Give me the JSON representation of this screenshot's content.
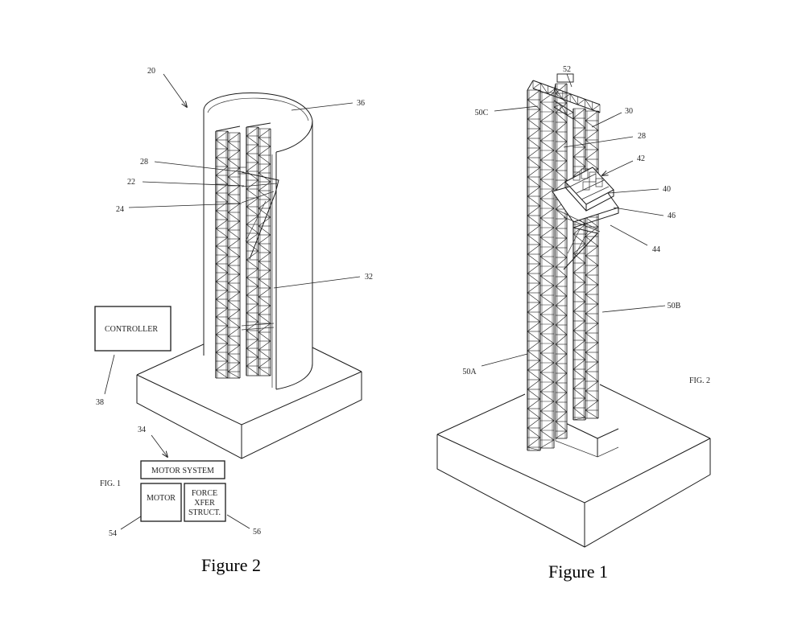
{
  "left_figure": {
    "caption": "Figure 2",
    "fig_label": "FIG. 1",
    "refs": {
      "r20": "20",
      "r36": "36",
      "r28": "28",
      "r22": "22",
      "r24": "24",
      "r32": "32",
      "r38": "38",
      "r34": "34",
      "r54": "54",
      "r56": "56"
    },
    "controller": "CONTROLLER",
    "motor_system": "MOTOR SYSTEM",
    "motor": "MOTOR",
    "force_xfer": [
      "FORCE",
      "XFER",
      "STRUCT."
    ]
  },
  "right_figure": {
    "caption": "Figure 1",
    "fig_label": "FIG. 2",
    "refs": {
      "r52": "52",
      "r50c": "50C",
      "r30": "30",
      "r28": "28",
      "r42": "42",
      "r40": "40",
      "r46": "46",
      "r44": "44",
      "r50b": "50B",
      "r50a": "50A"
    }
  }
}
